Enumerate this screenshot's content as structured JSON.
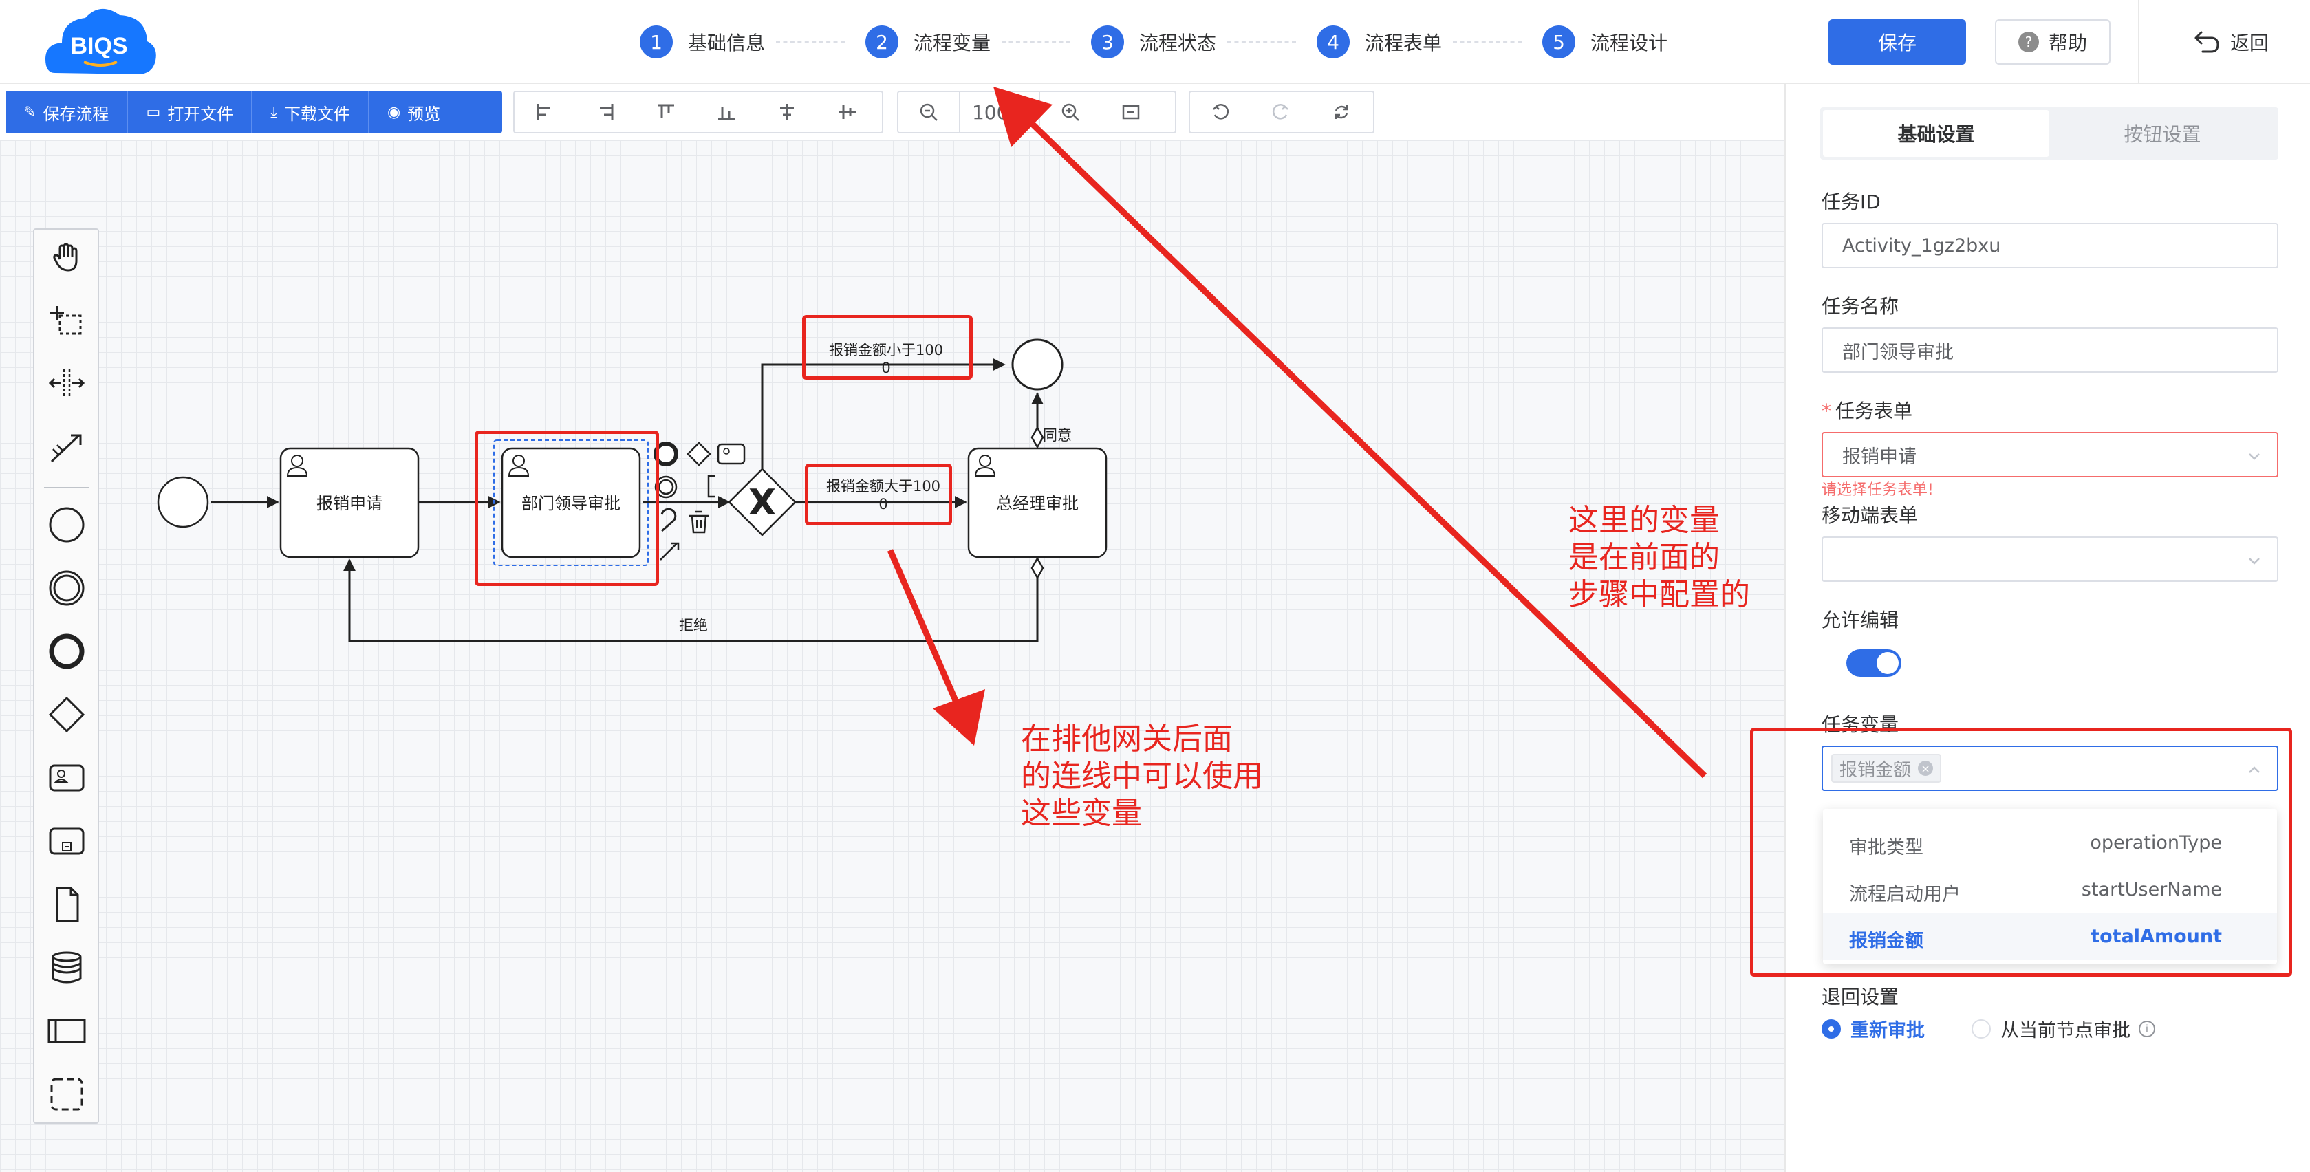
{
  "header": {
    "logo_text": "BIQS",
    "steps": [
      {
        "num": "1",
        "label": "基础信息"
      },
      {
        "num": "2",
        "label": "流程变量"
      },
      {
        "num": "3",
        "label": "流程状态"
      },
      {
        "num": "4",
        "label": "流程表单"
      },
      {
        "num": "5",
        "label": "流程设计"
      }
    ],
    "save_label": "保存",
    "help_label": "帮助",
    "back_label": "返回"
  },
  "toolbar": {
    "save_process": "保存流程",
    "open_file": "打开文件",
    "download_file": "下载文件",
    "preview": "预览",
    "zoom_value": "100%"
  },
  "diagram": {
    "tasks": {
      "apply": "报销申请",
      "dept_approval": "部门领导审批",
      "gm_approval": "总经理审批"
    },
    "gateway_symbol": "X",
    "flows": {
      "less_than": "报销金额小于100",
      "less_than_sub": "0",
      "greater_than": "报销金额大于100",
      "greater_than_sub": "0",
      "agree": "同意",
      "reject": "拒绝"
    }
  },
  "panel": {
    "tabs": [
      "基础设置",
      "按钮设置"
    ],
    "task_id_label": "任务ID",
    "task_id_value": "Activity_1gz2bxu",
    "task_name_label": "任务名称",
    "task_name_value": "部门领导审批",
    "task_form_label": "任务表单",
    "task_form_value": "报销申请",
    "task_form_error": "请选择任务表单!",
    "mobile_form_label": "移动端表单",
    "allow_edit_label": "允许编辑",
    "allow_edit_on": true,
    "task_vars_label": "任务变量",
    "task_vars_tag": "报销金额",
    "var_options": [
      {
        "label": "审批类型",
        "value": "operationType",
        "selected": false
      },
      {
        "label": "流程启动用户",
        "value": "startUserName",
        "selected": false
      },
      {
        "label": "报销金额",
        "value": "totalAmount",
        "selected": true
      }
    ],
    "return_label": "退回设置",
    "return_opt1": "重新审批",
    "return_opt2": "从当前节点审批"
  },
  "annotations": {
    "right_note": [
      "这里的变量",
      "是在前面的",
      "步骤中配置的"
    ],
    "mid_note": [
      "在排他网关后面",
      "的连线中可以使用",
      "这些变量"
    ]
  },
  "colors": {
    "primary": "#2f6de6",
    "annotation_red": "#e8251f",
    "error": "#f56c6c"
  }
}
